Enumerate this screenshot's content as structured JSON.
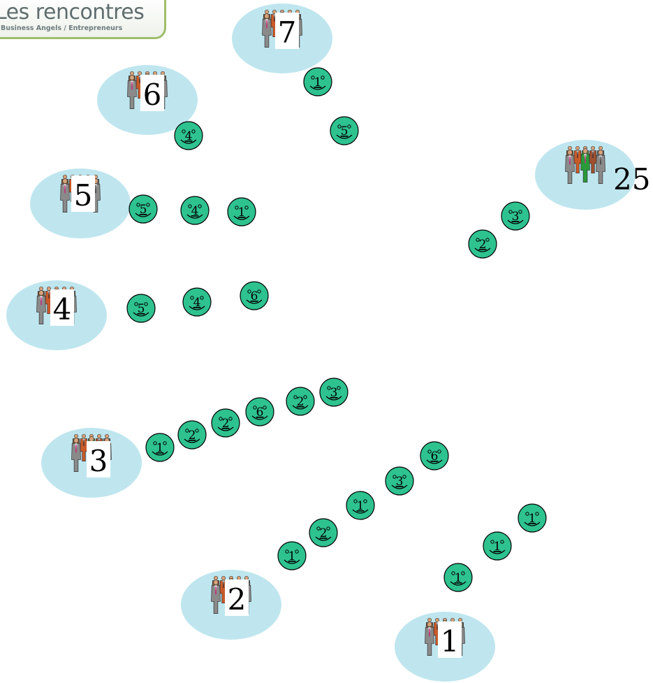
{
  "logo": {
    "title": "Les rencontres",
    "subtitle": "Business Angels / Entrepreneurs",
    "border_color": "#9fbe6a"
  },
  "colors": {
    "table_ellipse": "#bfe6ef",
    "smiley_fill": "#2ec28f",
    "suit_gray": "#8a8a8a",
    "suit_green": "#2a9a3a"
  },
  "tables": [
    {
      "label": "7",
      "icon": "group-of-people-icon"
    },
    {
      "label": "6",
      "icon": "group-of-people-icon"
    },
    {
      "label": "5",
      "icon": "group-of-people-icon"
    },
    {
      "label": "4",
      "icon": "group-of-people-icon"
    },
    {
      "label": "3",
      "icon": "group-of-people-icon"
    },
    {
      "label": "2",
      "icon": "group-of-people-icon"
    },
    {
      "label": "1",
      "icon": "group-of-people-icon"
    },
    {
      "label": "25",
      "icon": "group-of-people-icon"
    }
  ],
  "smileys": [
    {
      "digit": "1"
    },
    {
      "digit": "5"
    },
    {
      "digit": "4"
    },
    {
      "digit": "5"
    },
    {
      "digit": "4"
    },
    {
      "digit": "1"
    },
    {
      "digit": "5"
    },
    {
      "digit": "4"
    },
    {
      "digit": "6"
    },
    {
      "digit": "1"
    },
    {
      "digit": "2"
    },
    {
      "digit": "2"
    },
    {
      "digit": "6"
    },
    {
      "digit": "2"
    },
    {
      "digit": "3"
    },
    {
      "digit": "1"
    },
    {
      "digit": "2"
    },
    {
      "digit": "1"
    },
    {
      "digit": "3"
    },
    {
      "digit": "6"
    },
    {
      "digit": "1"
    },
    {
      "digit": "1"
    },
    {
      "digit": "1"
    },
    {
      "digit": "2"
    },
    {
      "digit": "3"
    }
  ]
}
